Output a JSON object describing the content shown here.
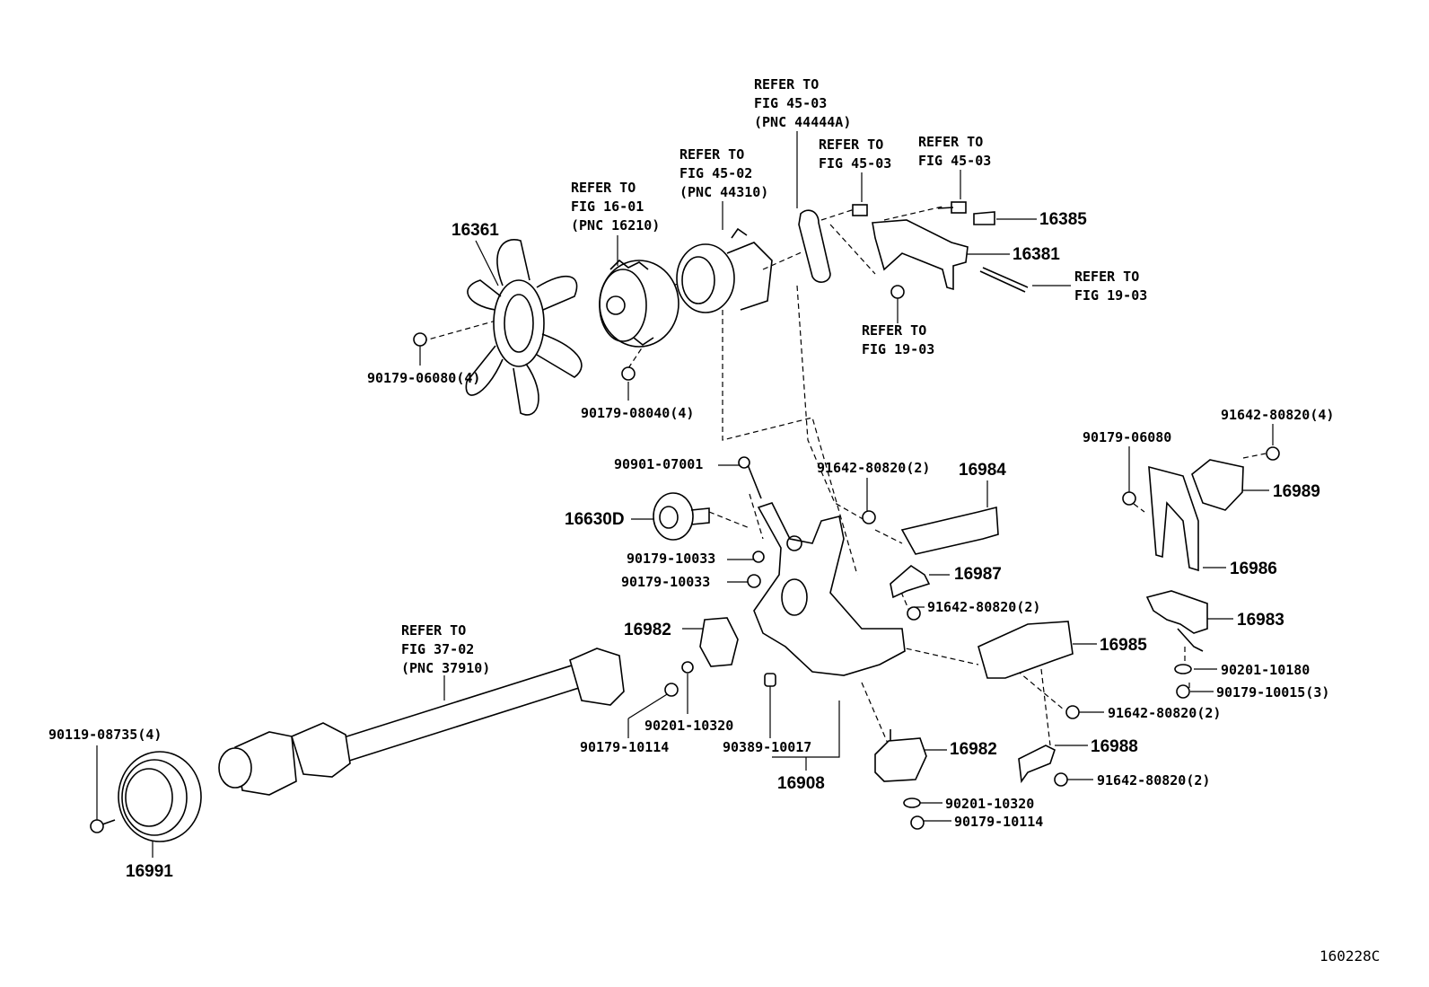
{
  "refer_labels": {
    "r1": [
      "REFER TO",
      "FIG 45-03",
      "(PNC 44444A)"
    ],
    "r2": [
      "REFER TO",
      "FIG 45-02",
      "(PNC 44310)"
    ],
    "r3": [
      "REFER TO",
      "FIG 16-01",
      "(PNC 16210)"
    ],
    "r4": [
      "REFER TO",
      "FIG 45-03"
    ],
    "r5": [
      "REFER TO",
      "FIG 45-03"
    ],
    "r6": [
      "REFER TO",
      "FIG 19-03"
    ],
    "r7": [
      "REFER TO",
      "FIG 19-03"
    ],
    "r8": [
      "REFER TO",
      "FIG 37-02",
      "(PNC 37910)"
    ]
  },
  "parts": {
    "p16361": "16361",
    "p16385": "16385",
    "p16381": "16381",
    "p90179_06080_4": "90179-06080(4)",
    "p90179_08040_4": "90179-08040(4)",
    "p90901_07001": "90901-07001",
    "p16630D": "16630D",
    "p90179_10033_a": "90179-10033",
    "p90179_10033_b": "90179-10033",
    "p91642_80820_2_a": "91642-80820(2)",
    "p16984": "16984",
    "p16987": "16987",
    "p91642_80820_2_b": "91642-80820(2)",
    "p16982_a": "16982",
    "p90201_10320_a": "90201-10320",
    "p90179_10114_a": "90179-10114",
    "p90389_10017": "90389-10017",
    "p16908": "16908",
    "p16982_b": "16982",
    "p90201_10320_b": "90201-10320",
    "p90179_10114_b": "90179-10114",
    "p16985": "16985",
    "p91642_80820_2_c": "91642-80820(2)",
    "p16988": "16988",
    "p91642_80820_2_d": "91642-80820(2)",
    "p90179_06080": "90179-06080",
    "p91642_80820_4": "91642-80820(4)",
    "p16989": "16989",
    "p16986": "16986",
    "p16983": "16983",
    "p90201_10180": "90201-10180",
    "p90179_10015_3": "90179-10015(3)",
    "p90119_08735_4": "90119-08735(4)",
    "p16991": "16991"
  },
  "figure_code": "160228C"
}
